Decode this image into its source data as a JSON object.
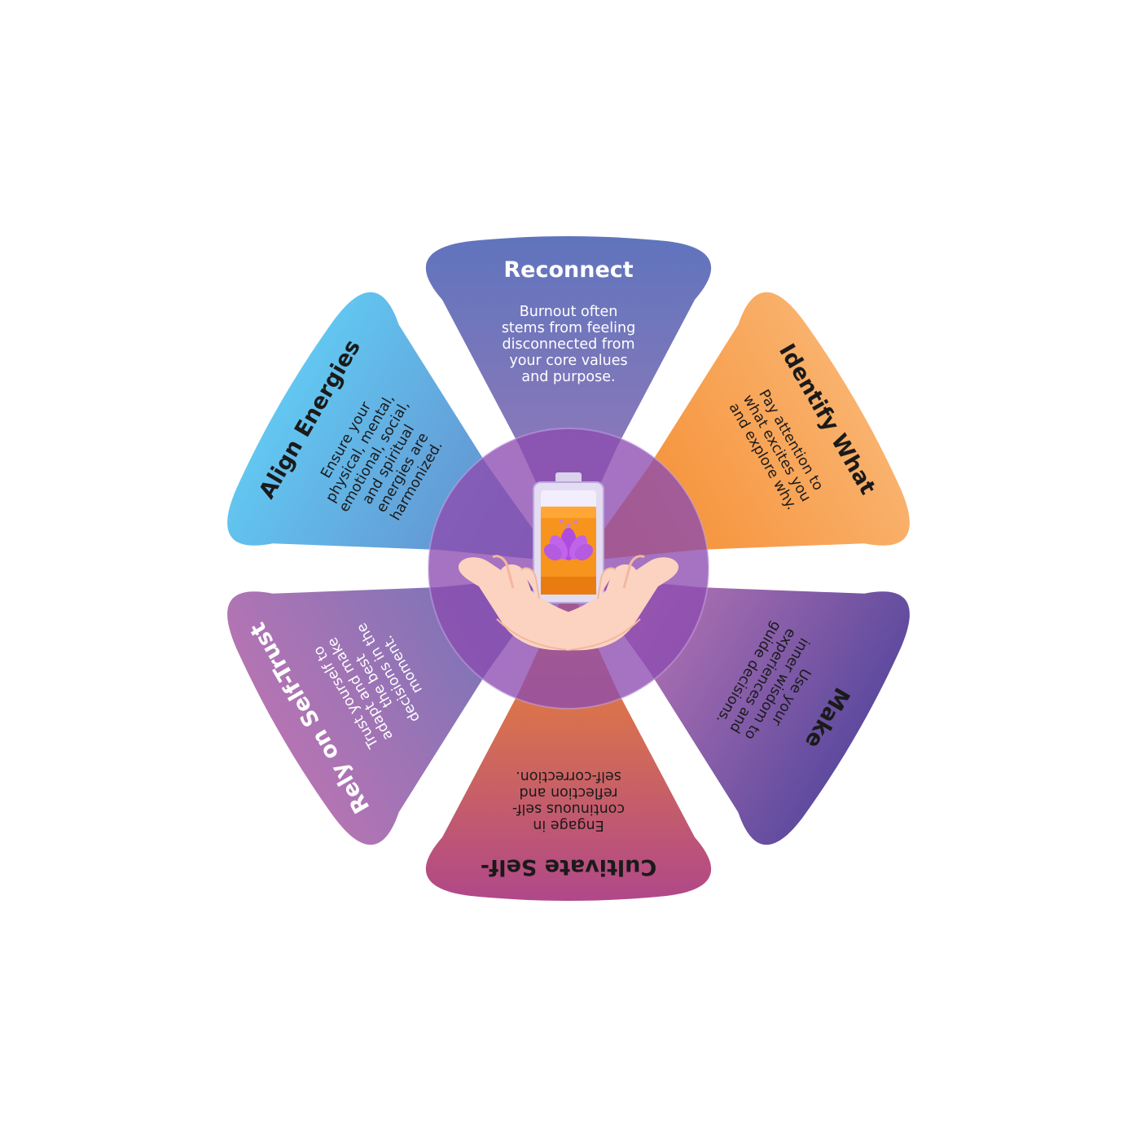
{
  "segments": [
    {
      "id": "reconnect",
      "title": "Reconnect",
      "lines": [
        "Burnout often",
        "stems from feeling",
        "disconnected from",
        "your core values",
        "and purpose."
      ],
      "colors": [
        "#5f74bd",
        "#9b7ab8"
      ],
      "title_color": "#ffffff",
      "text_color": "#ffffff"
    },
    {
      "id": "identify-what",
      "title": "Identify What",
      "lines": [
        "Pay attention to",
        "what excites you",
        "and explore why."
      ],
      "colors": [
        "#f9b26d",
        "#f5892b"
      ],
      "title_color": "#1a1a1a",
      "text_color": "#1a1a1a"
    },
    {
      "id": "make",
      "title": "Make",
      "lines": [
        "Use your",
        "inner wisdom to",
        "experiences and",
        "guide decisions."
      ],
      "colors": [
        "#5e4a9e",
        "#c57bb8"
      ],
      "title_color": "#1a1a1a",
      "text_color": "#1a1a1a"
    },
    {
      "id": "cultivate-self",
      "title": "Cultivate Self-",
      "lines": [
        "Engage in",
        "continuous self-",
        "reflection and",
        "self-correction."
      ],
      "colors": [
        "#b0478a",
        "#f08a2a"
      ],
      "title_color": "#1a1a1a",
      "text_color": "#1a1a1a"
    },
    {
      "id": "rely-on-self-trust",
      "title": "Rely on Self-Trust",
      "lines": [
        "Trust yourself to",
        "adapt and make",
        "the best",
        "decisions in the",
        "moment."
      ],
      "colors": [
        "#b574b3",
        "#6c74b9"
      ],
      "title_color": "#ffffff",
      "text_color": "#ffffff"
    },
    {
      "id": "align-energies",
      "title": "Align Energies",
      "lines": [
        "Ensure your",
        "physical, mental,",
        "emotional, social,",
        "and spiritual",
        "energies are",
        "harmonized."
      ],
      "colors": [
        "#62c7f1",
        "#6486c8"
      ],
      "title_color": "#1a1a1a",
      "text_color": "#1a1a1a"
    }
  ],
  "center": {
    "icon": "battery-lotus-hands-icon",
    "colors": [
      "#8c4bb0",
      "#6a3fb0"
    ]
  }
}
